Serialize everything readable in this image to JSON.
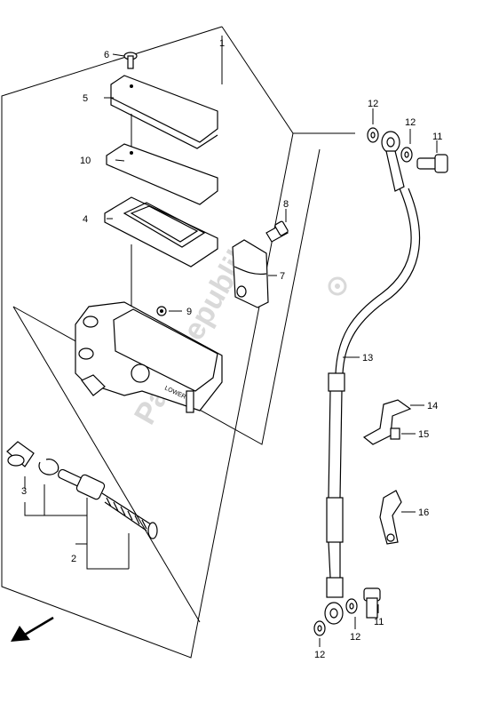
{
  "watermark": {
    "text": "PartsRepublik"
  },
  "callouts": {
    "c1": "1",
    "c2": "2",
    "c3": "3",
    "c4": "4",
    "c5": "5",
    "c6": "6",
    "c7": "7",
    "c8": "8",
    "c9": "9",
    "c10": "10",
    "c11a": "11",
    "c11b": "11",
    "c12a": "12",
    "c12b": "12",
    "c12c": "12",
    "c12d": "12",
    "c13": "13",
    "c14": "14",
    "c15": "15",
    "c16": "16"
  },
  "body_embossing": "LOWER",
  "front_arrow_icon": "arrow-down-left-icon"
}
